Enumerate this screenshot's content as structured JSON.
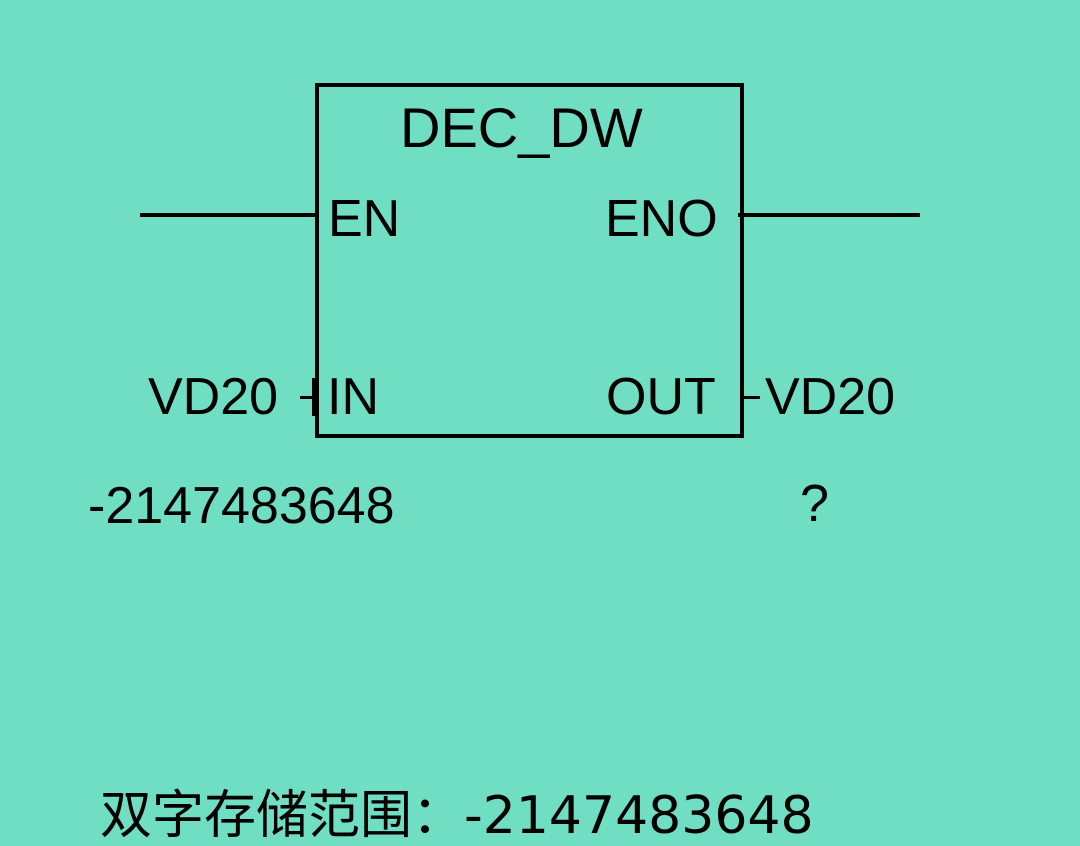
{
  "block": {
    "title": "DEC_DW",
    "pins": {
      "en": "EN",
      "eno": "ENO",
      "in": "IN",
      "out": "OUT"
    }
  },
  "operands": {
    "in": "VD20",
    "out": "VD20"
  },
  "values": {
    "in": "-2147483648",
    "out": "?"
  },
  "caption": "双字存储范围：-2147483648",
  "colors": {
    "background": "#6fdec3",
    "ink": "#000000"
  }
}
